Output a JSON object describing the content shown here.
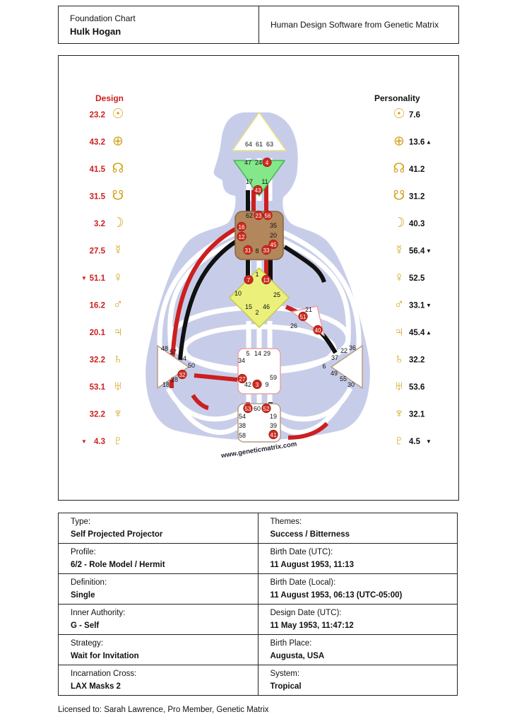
{
  "header": {
    "chart_type": "Foundation Chart",
    "name": "Hulk Hogan",
    "software": "Human Design Software from Genetic Matrix"
  },
  "chart": {
    "design_label": "Design",
    "personality_label": "Personality",
    "watermark": "www.geneticmatrix.com",
    "colors": {
      "design": "#cc1f1f",
      "personality": "#111111",
      "body": "#c7cde9",
      "planet_gold": "#d4a21a"
    },
    "design": [
      {
        "planet": "sun",
        "value": "23.2",
        "arrow": ""
      },
      {
        "planet": "earth",
        "value": "43.2",
        "arrow": ""
      },
      {
        "planet": "north-node",
        "value": "41.5",
        "arrow": ""
      },
      {
        "planet": "south-node",
        "value": "31.5",
        "arrow": ""
      },
      {
        "planet": "moon",
        "value": "3.2",
        "arrow": ""
      },
      {
        "planet": "mercury",
        "value": "27.5",
        "arrow": ""
      },
      {
        "planet": "venus",
        "value": "51.1",
        "arrow": "▼"
      },
      {
        "planet": "mars",
        "value": "16.2",
        "arrow": ""
      },
      {
        "planet": "jupiter",
        "value": "20.1",
        "arrow": ""
      },
      {
        "planet": "saturn",
        "value": "32.2",
        "arrow": ""
      },
      {
        "planet": "uranus",
        "value": "53.1",
        "arrow": ""
      },
      {
        "planet": "neptune",
        "value": "32.2",
        "arrow": ""
      },
      {
        "planet": "pluto",
        "value": "4.3",
        "arrow": "▼"
      }
    ],
    "personality": [
      {
        "planet": "sun",
        "value": "7.6",
        "arrow": ""
      },
      {
        "planet": "earth",
        "value": "13.6",
        "arrow": "▲"
      },
      {
        "planet": "north-node",
        "value": "41.2",
        "arrow": ""
      },
      {
        "planet": "south-node",
        "value": "31.2",
        "arrow": ""
      },
      {
        "planet": "moon",
        "value": "40.3",
        "arrow": ""
      },
      {
        "planet": "mercury",
        "value": "56.4",
        "arrow": "▼"
      },
      {
        "planet": "venus",
        "value": "52.5",
        "arrow": ""
      },
      {
        "planet": "mars",
        "value": "33.1",
        "arrow": "▼"
      },
      {
        "planet": "jupiter",
        "value": "45.4",
        "arrow": "▲"
      },
      {
        "planet": "saturn",
        "value": "32.2",
        "arrow": ""
      },
      {
        "planet": "uranus",
        "value": "53.6",
        "arrow": ""
      },
      {
        "planet": "neptune",
        "value": "32.1",
        "arrow": ""
      },
      {
        "planet": "pluto",
        "value": "4.5",
        "arrow": "▼"
      }
    ],
    "planet_glyphs": {
      "sun": "☉",
      "earth": "⊕",
      "north-node": "☊",
      "south-node": "☋",
      "moon": "☽",
      "mercury": "☿",
      "venus": "♀",
      "mars": "♂",
      "jupiter": "♃",
      "saturn": "♄",
      "uranus": "♅",
      "neptune": "♆",
      "pluto": "♇"
    },
    "gates": {
      "head": [
        "64",
        "61",
        "63"
      ],
      "ajna": [
        "47",
        "24",
        "4",
        "17",
        "11",
        "43"
      ],
      "throat": [
        "62",
        "23",
        "56",
        "16",
        "35",
        "12",
        "20",
        "45",
        "31",
        "8",
        "33"
      ],
      "g": [
        "1",
        "7",
        "13",
        "10",
        "25",
        "15",
        "46",
        "2"
      ],
      "heart": [
        "21",
        "51",
        "26",
        "40"
      ],
      "spleen": [
        "48",
        "57",
        "44",
        "50",
        "32",
        "28",
        "18"
      ],
      "sacral": [
        "5",
        "14",
        "29",
        "34",
        "27",
        "59",
        "42",
        "3",
        "9"
      ],
      "solar": [
        "37",
        "22",
        "36",
        "6",
        "49",
        "55",
        "30"
      ],
      "root": [
        "53",
        "60",
        "52",
        "54",
        "19",
        "38",
        "39",
        "58",
        "41"
      ]
    }
  },
  "info": {
    "rows": [
      [
        {
          "label": "Type:",
          "value": "Self Projected Projector"
        },
        {
          "label": "Themes:",
          "value": "Success / Bitterness"
        }
      ],
      [
        {
          "label": "Profile:",
          "value": "6/2 - Role Model / Hermit"
        },
        {
          "label": "Birth Date (UTC):",
          "value": "11 August 1953, 11:13"
        }
      ],
      [
        {
          "label": "Definition:",
          "value": "Single"
        },
        {
          "label": "Birth Date (Local):",
          "value": "11 August 1953, 06:13 (UTC-05:00)"
        }
      ],
      [
        {
          "label": "Inner Authority:",
          "value": "G - Self"
        },
        {
          "label": "Design Date (UTC):",
          "value": "11 May 1953, 11:47:12"
        }
      ],
      [
        {
          "label": "Strategy:",
          "value": "Wait for Invitation"
        },
        {
          "label": "Birth Place:",
          "value": "Augusta, USA"
        }
      ],
      [
        {
          "label": "Incarnation Cross:",
          "value": "LAX Masks 2"
        },
        {
          "label": "System:",
          "value": "Tropical"
        }
      ]
    ]
  },
  "footer": "Licensed to: Sarah Lawrence, Pro Member, Genetic Matrix"
}
